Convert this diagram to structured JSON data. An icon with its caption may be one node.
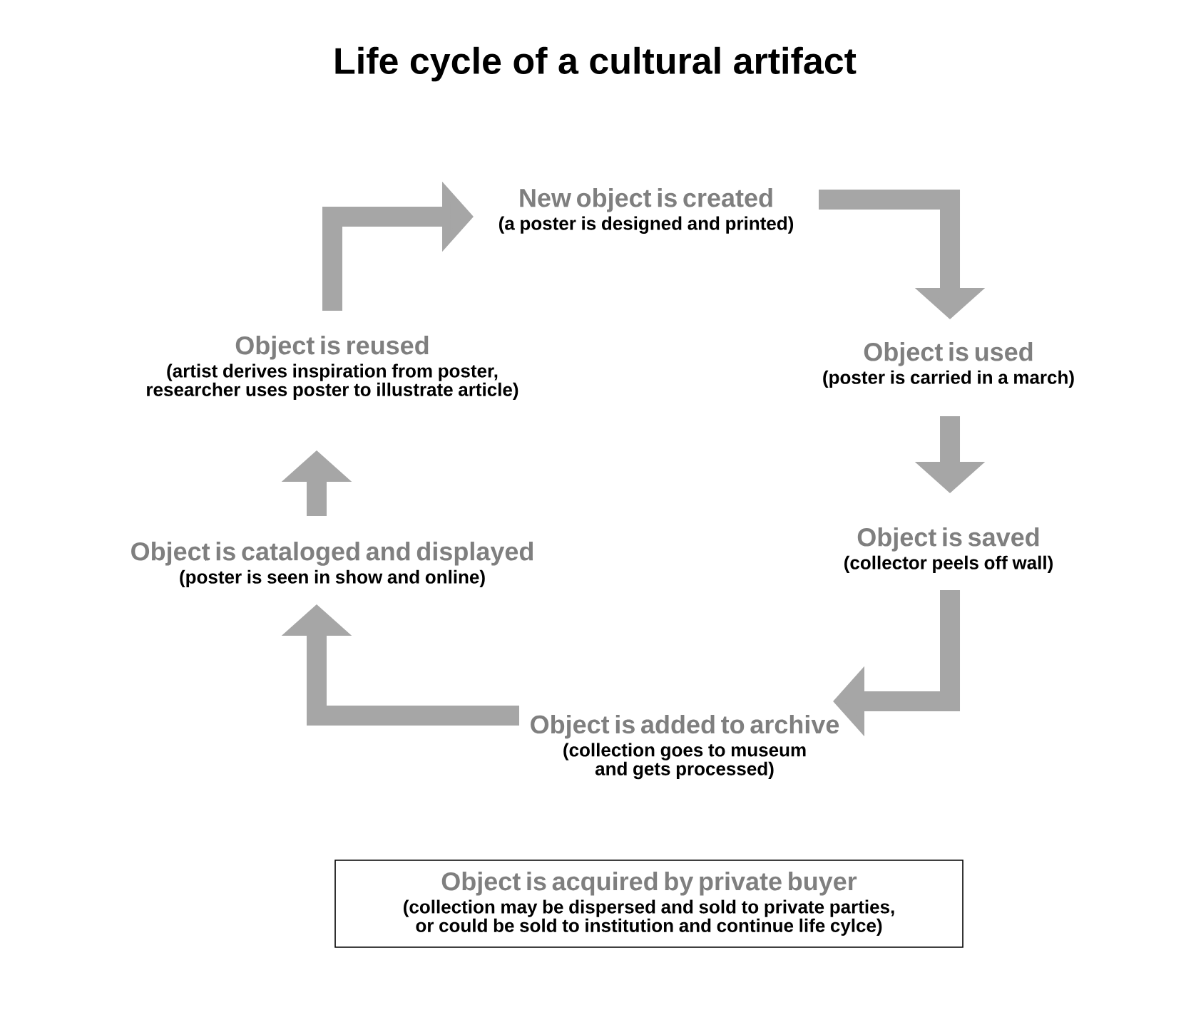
{
  "diagram": {
    "title": "Life cycle of a cultural artifact",
    "nodes": [
      {
        "text": [
          "New object is created",
          "(a poster is designed and printed)"
        ]
      },
      {
        "text": [
          "Object is used",
          "(poster is carried in a march)"
        ]
      },
      {
        "text": [
          "Object is saved",
          "(collector peels off wall)"
        ]
      },
      {
        "text": [
          "Object is added to archive",
          "(collection goes to museum and gets processed)"
        ]
      },
      {
        "text": [
          "Object is cataloged and displayed",
          "(poster is seen in show and online)"
        ]
      },
      {
        "text": [
          "Object is reused",
          "(artist derives inspiration from poster, researcher uses poster to illustrate article)"
        ]
      },
      {
        "text": [
          "Object is acquired by private buyer",
          "(collection may be dispersed and sold to private parties, or could be sold to institution and continue life cylce)"
        ]
      }
    ],
    "edges": [
      {
        "from": 5,
        "to": 0,
        "arrow": "to"
      },
      {
        "from": 0,
        "to": 1,
        "arrow": "to"
      },
      {
        "from": 1,
        "to": 2,
        "arrow": "to"
      },
      {
        "from": 2,
        "to": 3,
        "arrow": "to"
      },
      {
        "from": 3,
        "to": 4,
        "arrow": "to"
      },
      {
        "from": 4,
        "to": 5,
        "arrow": "to"
      }
    ]
  }
}
